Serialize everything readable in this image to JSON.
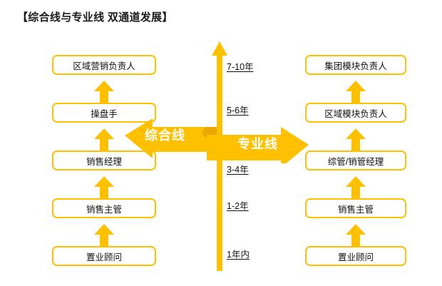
{
  "title": "【综合线与专业线  双通道发展】",
  "theme": {
    "accent": "#FFC000",
    "accent_light": "#FFCC33",
    "box_fill": "#FFFFFF",
    "text": "#111111",
    "banner_text": "#FFFFFF",
    "background": "#FFFFFF"
  },
  "left_track": {
    "name": "综合线",
    "banner_label": "综合线",
    "direction": "left",
    "roles": [
      {
        "label": "区域营销负责人",
        "level": 5
      },
      {
        "label": "操盘手",
        "level": 4
      },
      {
        "label": "销售经理",
        "level": 3
      },
      {
        "label": "销售主管",
        "level": 2
      },
      {
        "label": "置业顾问",
        "level": 1
      }
    ]
  },
  "right_track": {
    "name": "专业线",
    "banner_label": "专业线",
    "direction": "right",
    "roles": [
      {
        "label": "集团模块负责人",
        "level": 5
      },
      {
        "label": "区域模块负责人",
        "level": 4
      },
      {
        "label": "综管/销管经理",
        "level": 3
      },
      {
        "label": "销售主管",
        "level": 2
      },
      {
        "label": "置业顾问",
        "level": 1
      }
    ]
  },
  "time_axis": {
    "direction": "up",
    "labels": [
      {
        "text": "7-10年",
        "level": 5
      },
      {
        "text": "5-6年",
        "level": 4
      },
      {
        "text": "3-4年",
        "level": 3
      },
      {
        "text": "1-2年",
        "level": 2
      },
      {
        "text": "1年内",
        "level": 1
      }
    ]
  },
  "icons": {
    "promotion_arrow": "arrow-up-icon",
    "axis_arrow": "arrow-up-icon",
    "banner_left": "arrow-left-icon",
    "banner_right": "arrow-right-icon"
  }
}
